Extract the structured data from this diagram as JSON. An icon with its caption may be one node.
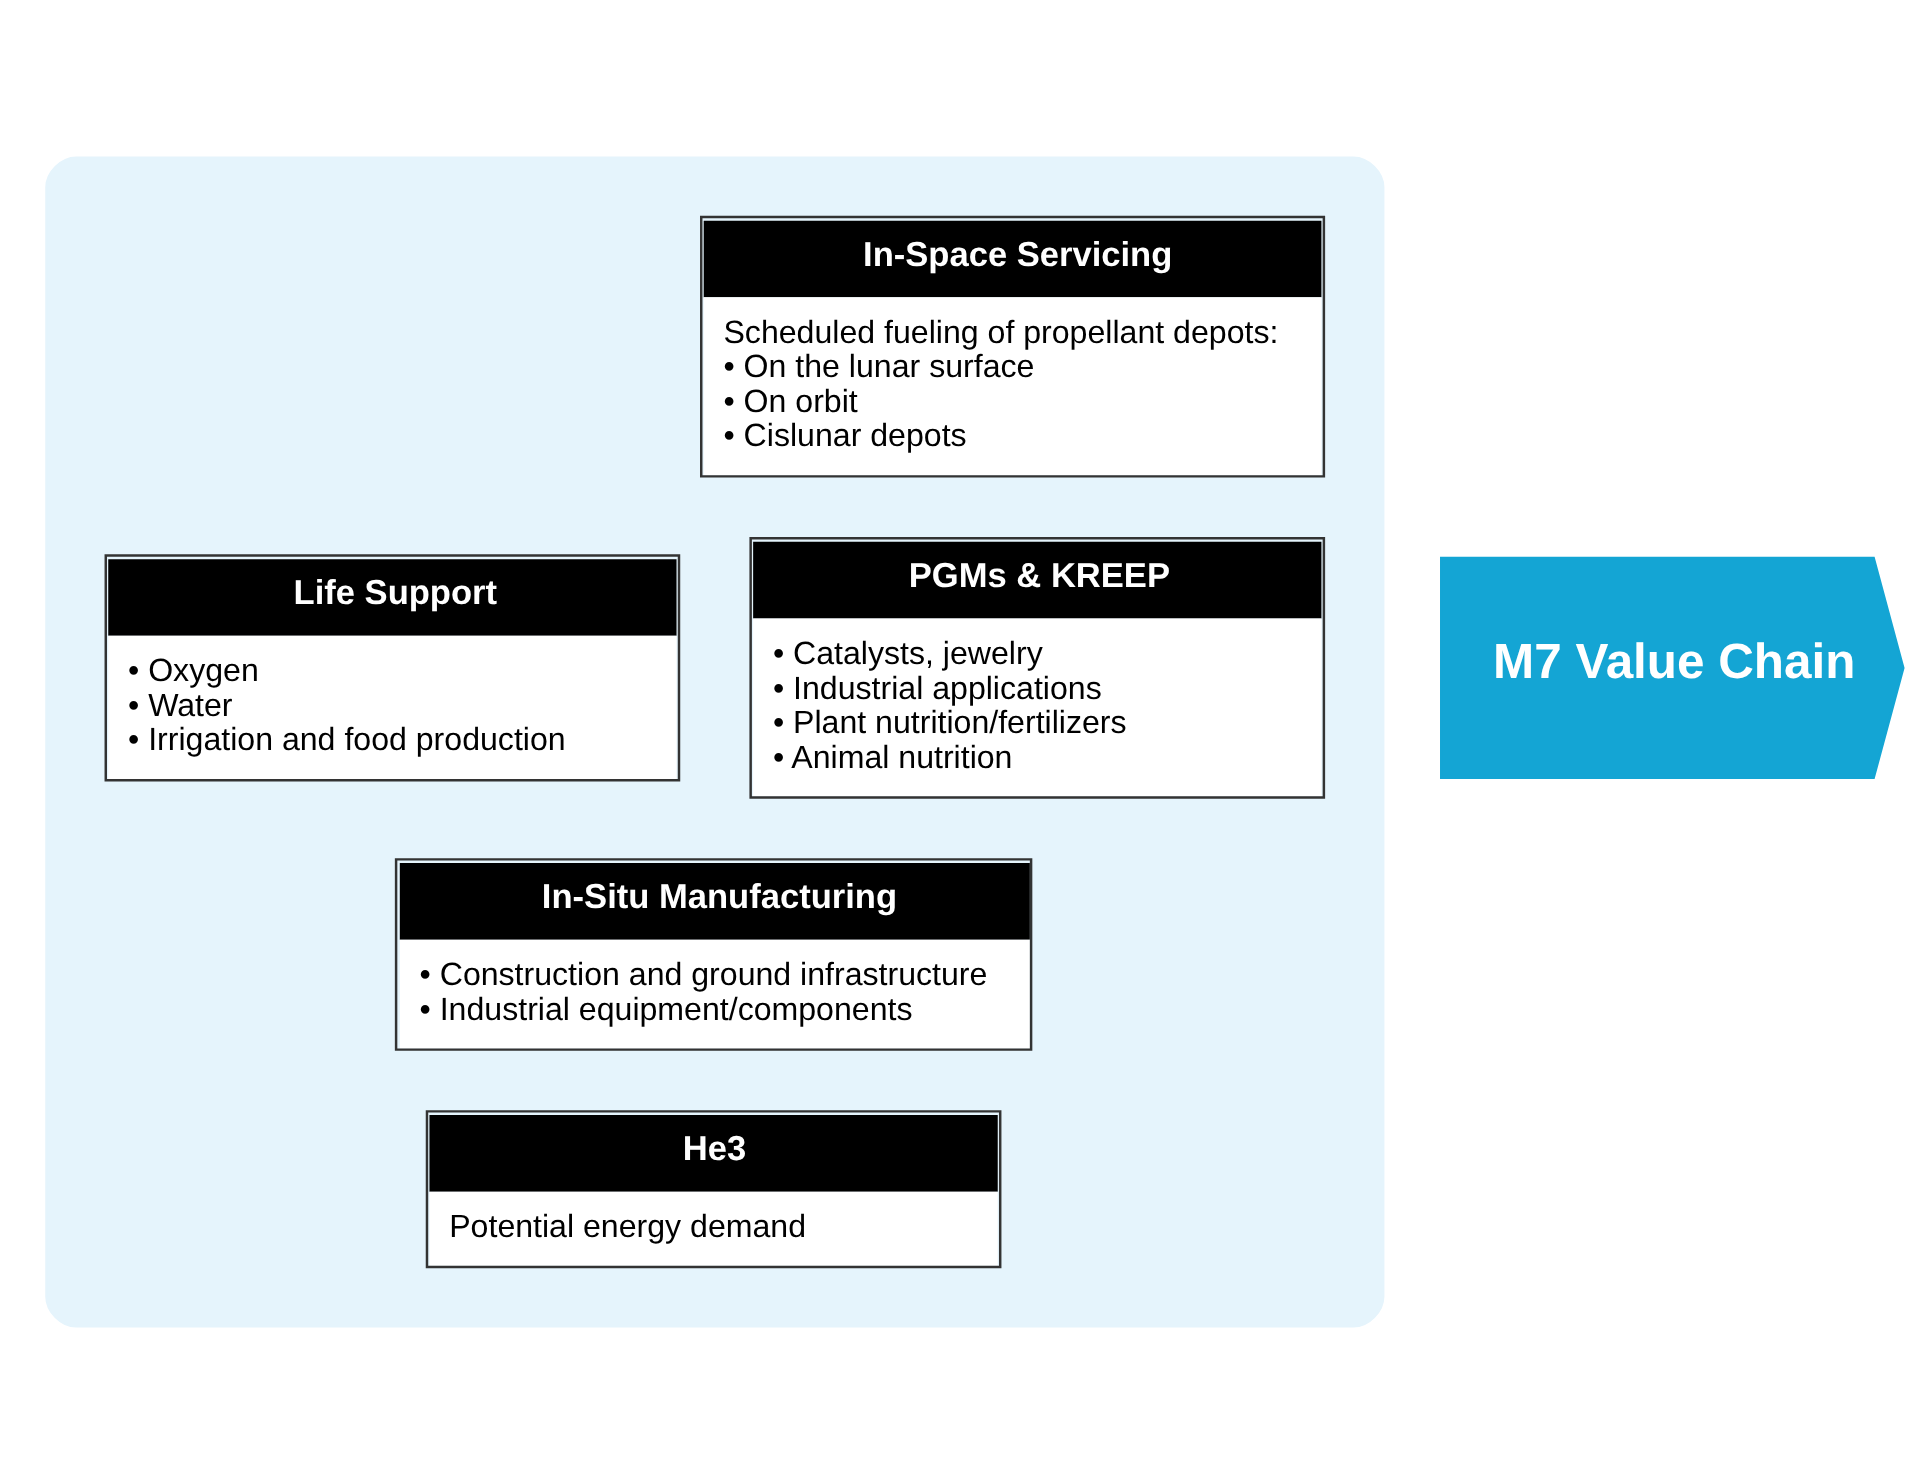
{
  "diagram": {
    "nodes": [
      {
        "text": [
          "M7 Value Chain"
        ]
      },
      {
        "text": [],
        "shape": "box"
      },
      {
        "text": [
          "In-Space Servicing",
          "Scheduled fueling of propellant depots:",
          "• On the lunar surface",
          "• On orbit",
          "• Cislunar depots"
        ],
        "in": 1
      },
      {
        "text": [
          "Life Support",
          "• Oxygen",
          "• Water",
          "• Irrigation and food production"
        ],
        "in": 1
      },
      {
        "text": [
          "PGMs & KREEP",
          "• Catalysts, jewelry",
          "• Industrial applications",
          "• Plant nutrition/fertilizers",
          "• Animal nutrition"
        ],
        "in": 1
      },
      {
        "text": [
          "In-Situ Manufacturing",
          "• Construction and ground infrastructure",
          "• Industrial equipment/components"
        ],
        "in": 1
      },
      {
        "text": [
          "He3",
          "Potential energy demand"
        ],
        "in": 1
      }
    ]
  }
}
